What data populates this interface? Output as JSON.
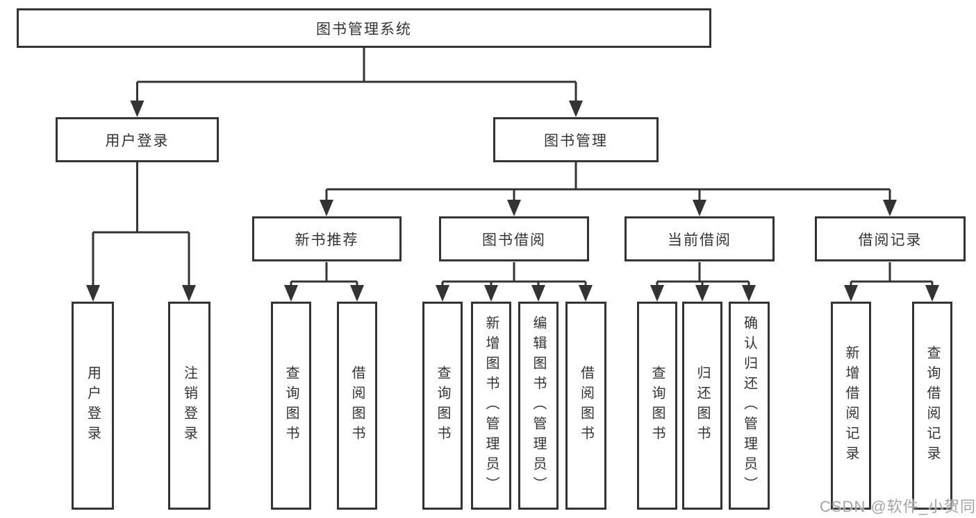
{
  "tree": {
    "root": {
      "label": "图书管理系统",
      "children": [
        {
          "label": "用户登录",
          "children": [
            {
              "label": "用户登录"
            },
            {
              "label": "注销登录"
            }
          ]
        },
        {
          "label": "图书管理",
          "children": [
            {
              "label": "新书推荐",
              "children": [
                {
                  "label": "查询图书"
                },
                {
                  "label": "借阅图书"
                }
              ]
            },
            {
              "label": "图书借阅",
              "children": [
                {
                  "label": "查询图书"
                },
                {
                  "label": "新增图书（管理员）"
                },
                {
                  "label": "编辑图书（管理员）"
                },
                {
                  "label": "借阅图书"
                }
              ]
            },
            {
              "label": "当前借阅",
              "children": [
                {
                  "label": "查询图书"
                },
                {
                  "label": "归还图书"
                },
                {
                  "label": "确认归还（管理员）"
                }
              ]
            },
            {
              "label": "借阅记录",
              "children": [
                {
                  "label": "新增借阅记录"
                },
                {
                  "label": "查询借阅记录"
                }
              ]
            }
          ]
        }
      ]
    }
  },
  "watermark": {
    "text": "CSDN @软件_小贺同学"
  },
  "colors": {
    "line": "#333333",
    "box_border": "#333333",
    "text": "#333333",
    "watermark": "#a3a3a3",
    "background": "#ffffff"
  }
}
